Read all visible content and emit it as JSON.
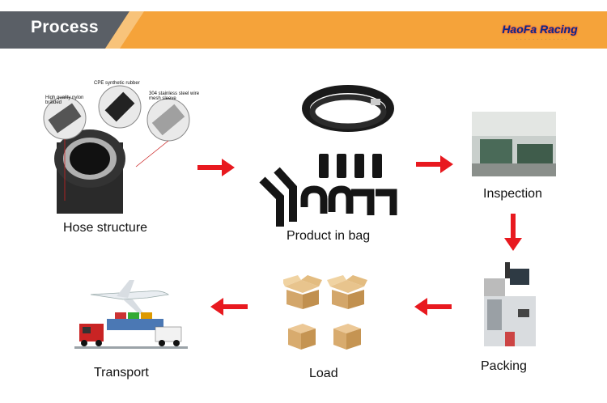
{
  "header": {
    "title": "Process",
    "logo": "HaoFa Racing"
  },
  "annotations": {
    "nylon": "High quality nylon braided",
    "rubber": "CPE synthetic rubber",
    "steel": "304 stainless steel wire mesh sleeve"
  },
  "steps": [
    {
      "label": "Hose structure"
    },
    {
      "label": "Product in bag"
    },
    {
      "label": "Inspection"
    },
    {
      "label": "Packing"
    },
    {
      "label": "Load"
    },
    {
      "label": "Transport"
    }
  ],
  "colors": {
    "accent": "#f5a33a",
    "banner_dark": "#5a5f66",
    "arrow": "#e8191f"
  }
}
